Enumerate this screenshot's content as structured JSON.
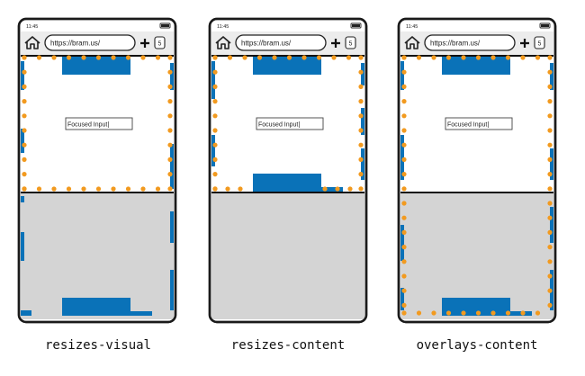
{
  "phones": [
    {
      "id": "resizes-visual",
      "caption": "resizes-visual",
      "status_time": "11:45",
      "url": "https://bram.us/",
      "tab_count": "5",
      "input_text": "Focused Input",
      "keyboard_color": "#d4d4d4"
    },
    {
      "id": "resizes-content",
      "caption": "resizes-content",
      "status_time": "11:45",
      "url": "https://bram.us/",
      "tab_count": "5",
      "input_text": "Focused Input",
      "keyboard_color": "#d4d4d4"
    },
    {
      "id": "overlays-content",
      "caption": "overlays-content",
      "status_time": "11:45",
      "url": "https://bram.us/",
      "tab_count": "5",
      "input_text": "Focused Input",
      "keyboard_color": "#d4d4d4"
    }
  ],
  "colors": {
    "element_blue": "#0a72b8",
    "viewport_dot_orange": "#f29a1f",
    "phone_frame": "#1a1a1a",
    "toolbar_bg": "#ececec"
  },
  "icons": [
    "home-icon",
    "plus-icon",
    "battery-icon"
  ]
}
